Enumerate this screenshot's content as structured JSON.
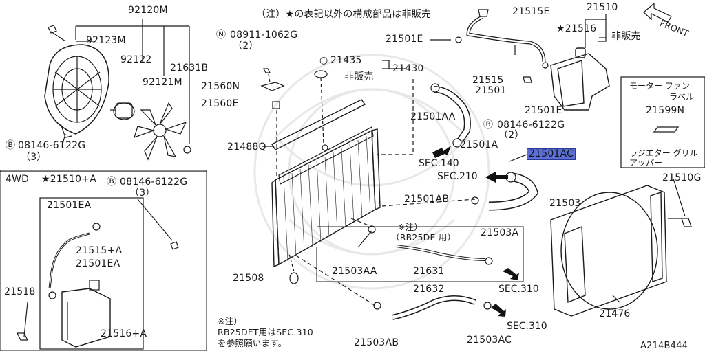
{
  "header": {
    "note": "（注）★の表記以外の構成部品は非販売",
    "diagram_id": "A214B444"
  },
  "parts": {
    "p92120M": "92120M",
    "p92123M": "92123M",
    "p92122": "92122",
    "p92121M": "92121M",
    "p21631B": "21631B",
    "p08146_left": "08146-6122G",
    "p08146_left_qty": "（3）",
    "p08911": "08911-1062G",
    "p08911_qty": "（2）",
    "p21435": "21435",
    "p21430": "21430",
    "hihanbai_1": "非販売",
    "p21560N": "21560N",
    "p21560E": "21560E",
    "p21488Q": "21488Q",
    "p21508": "21508",
    "p21515E": "21515E",
    "p21510": "21510",
    "p21516": "★21516",
    "hihanbai_2": "非販売",
    "p21501E_top": "21501E",
    "p21515": "21515",
    "p21501": "21501",
    "p21501E_mid": "21501E",
    "p21501AA": "21501AA",
    "p08146_mid": "08146-6122G",
    "p08146_mid_qty": "（2）",
    "p21501A": "21501A",
    "p21501AC": "21501AC",
    "sec140": "SEC.140",
    "sec210": "SEC.210",
    "p21501AB": "21501AB",
    "p21503": "21503",
    "note_rb25de": "※注）",
    "note_rb25de_2": "（RB25DE 用）",
    "p21503A": "21503A",
    "p21503AA": "21503AA",
    "p21631": "21631",
    "sec310_1": "SEC.310",
    "p21632": "21632",
    "sec310_2": "SEC.310",
    "p21503AB": "21503AB",
    "p21503AC": "21503AC",
    "p21476": "21476",
    "p21510G": "21510G",
    "front": "FRONT"
  },
  "footnote": {
    "line1": "※注）",
    "line2": "RB25DET用はSEC.310",
    "line3": "を参照願います。"
  },
  "label_box": {
    "line1": "モーター ファン",
    "line2": "ラベル",
    "part": "21599N",
    "line3": "ラジエター グリル",
    "line4": "アッパー"
  },
  "inset_4wd": {
    "title": "4WD",
    "p21510A": "★21510+A",
    "p08146": "08146-6122G",
    "p08146_qty": "（3）",
    "p21501EA_1": "21501EA",
    "p21515A": "21515+A",
    "p21501EA_2": "21501EA",
    "p21518": "21518",
    "p21516A": "21516+A"
  },
  "colors": {
    "line": "#1a1a1a",
    "highlight": "#5b6fd6",
    "watermark": "#e6e6e6"
  }
}
